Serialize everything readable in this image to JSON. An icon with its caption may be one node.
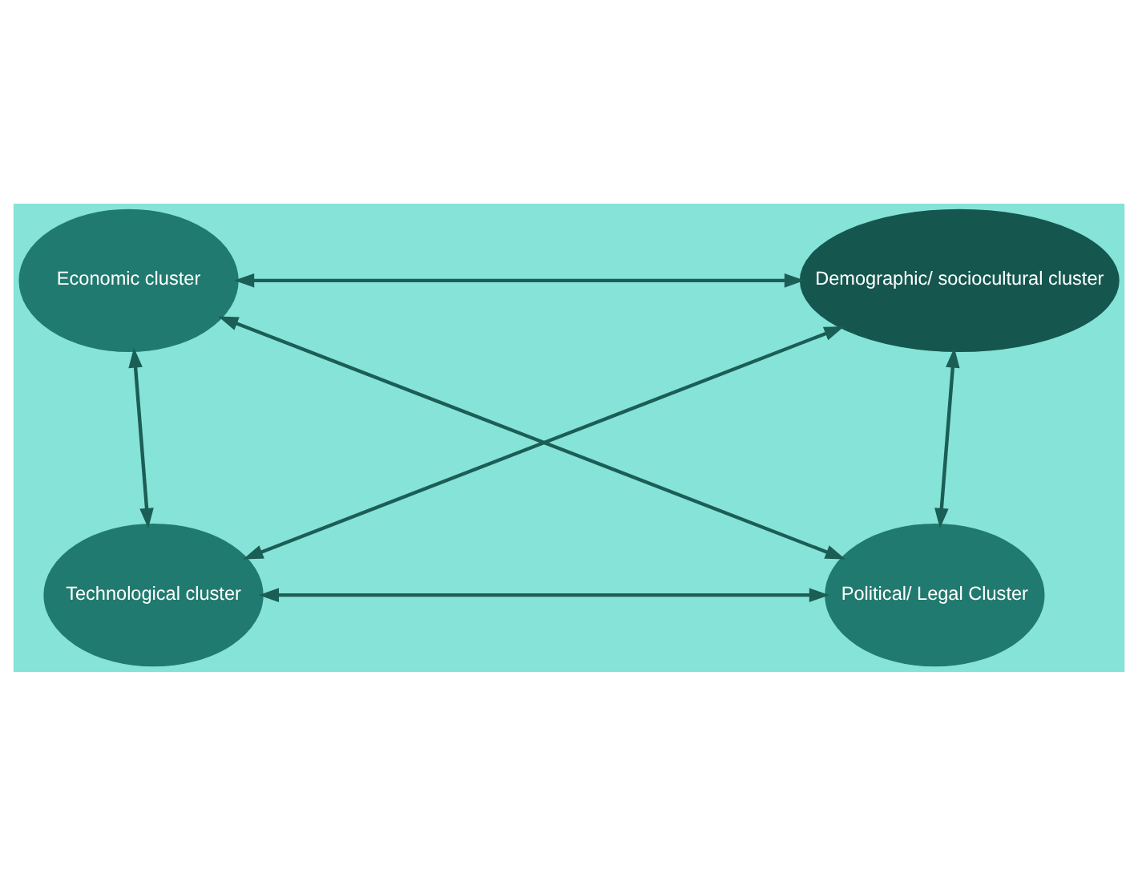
{
  "diagram": {
    "nodes": [
      {
        "text": [
          "Economic cluster"
        ]
      },
      {
        "text": [
          "Demographic/ sociocultural cluster"
        ]
      },
      {
        "text": [
          "Technological cluster"
        ]
      },
      {
        "text": [
          "Political/ Legal Cluster"
        ]
      }
    ],
    "edges": [
      {
        "from": 0,
        "to": 1,
        "arrow": "both"
      },
      {
        "from": 0,
        "to": 2,
        "arrow": "both"
      },
      {
        "from": 1,
        "to": 3,
        "arrow": "both"
      },
      {
        "from": 0,
        "to": 3,
        "arrow": "both"
      },
      {
        "from": 1,
        "to": 2,
        "arrow": "both"
      },
      {
        "from": 2,
        "to": 3,
        "arrow": "both"
      }
    ]
  }
}
